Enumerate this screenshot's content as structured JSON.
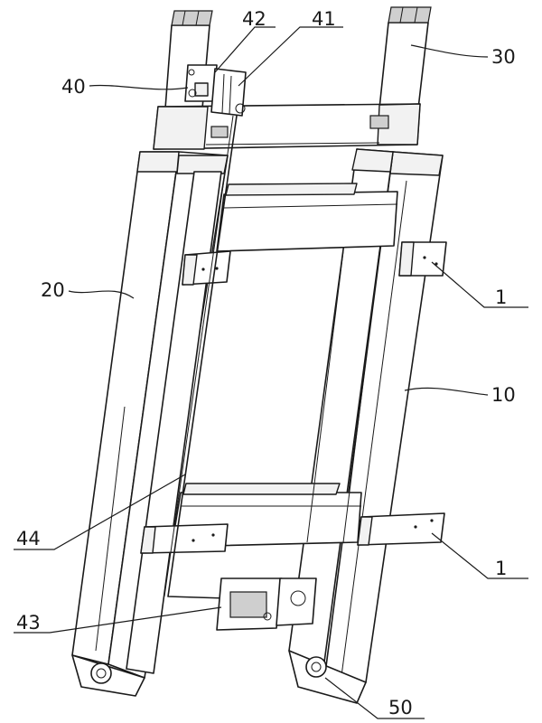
{
  "labels": {
    "l42": "42",
    "l41": "41",
    "l30": "30",
    "l40": "40",
    "l20": "20",
    "l1_upper": "1",
    "l10": "10",
    "l44": "44",
    "l1_lower": "1",
    "l43": "43",
    "l50": "50"
  }
}
